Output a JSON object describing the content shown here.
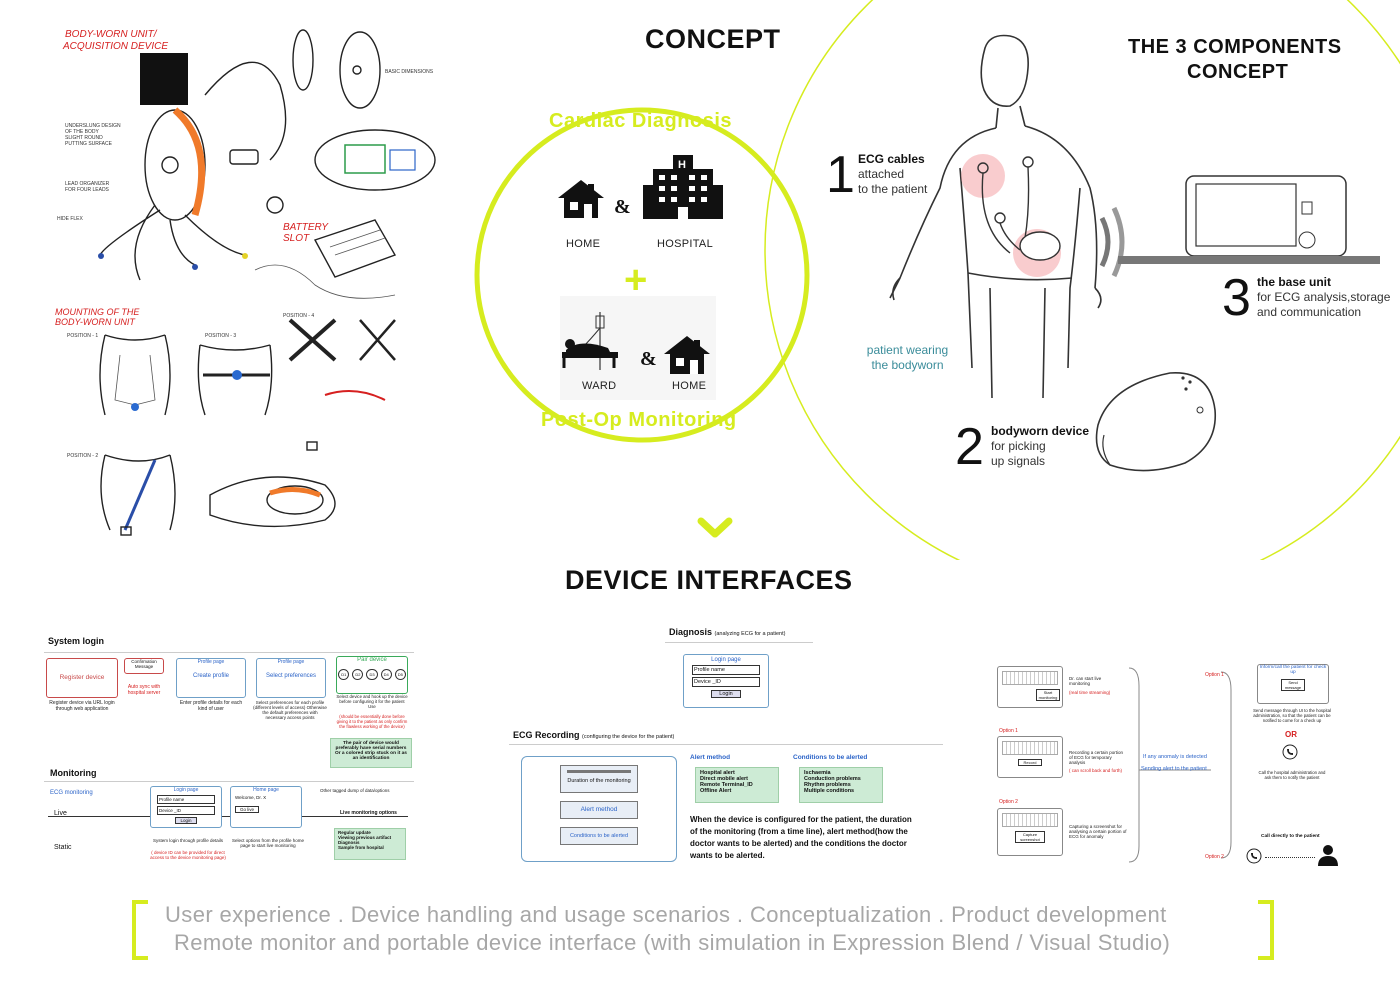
{
  "sketches": {
    "body_worn_title_1": "BODY-WORN UNIT/",
    "body_worn_title_2": "ACQUISITION DEVICE",
    "battery_label_1": "BATTERY",
    "battery_label_2": "SLOT",
    "mounting_title_1": "MOUNTING OF THE",
    "mounting_title_2": "BODY-WORN UNIT",
    "position_1": "POSITION - 1",
    "position_2": "POSITION - 2",
    "position_3": "POSITION - 3",
    "position_4": "POSITION - 4",
    "basic_dimensions": "BASIC DIMENSIONS"
  },
  "concept": {
    "title": "CONCEPT",
    "cardiac_diagnosis": "Cardiac Diagnosis",
    "home_label": "HOME",
    "hospital_label": "HOSPITAL",
    "ampersand": "&",
    "plus": "+",
    "ward_label": "WARD",
    "home_label_2": "HOME",
    "post_op": "Post-Op Monitoring"
  },
  "components": {
    "title_line1": "THE 3 COMPONENTS",
    "title_line2": "CONCEPT",
    "c1_num": "1",
    "c1_bold": "ECG cables",
    "c1_l2": "attached",
    "c1_l3": "to the patient",
    "c2_num": "2",
    "c2_bold": "bodyworn device",
    "c2_l2": "for picking",
    "c2_l3": "up signals",
    "c3_num": "3",
    "c3_bold": "the base unit",
    "c3_l2": "for ECG analysis,storage",
    "c3_l3": "and communication",
    "patient_l1": "patient wearing",
    "patient_l2": "the bodyworn"
  },
  "interfaces": {
    "title": "DEVICE INTERFACES",
    "system_login": "System login",
    "register_device": "Register device",
    "register_note": "Register device via URL login through web application",
    "confirmation": "Confirmation Message",
    "auto_sync": "Auto sync with hospital server",
    "profile_page": "Profile page",
    "create_profile": "Create profile",
    "create_note": "Enter profile details for each kind of user",
    "profile_page_2": "Profile page",
    "select_prefs": "Select preferences",
    "select_note": "Select preferences for each profile (different levels of access) Otherwise the default preferences with necessary access points",
    "pair_device": "Pair device",
    "pair_codes": [
      "D1",
      "D2",
      "D3",
      "D4",
      "D5"
    ],
    "pair_note": "Select device and hook up the device before configuring it for the patient Use",
    "pair_red": "(should be essentially done before giving it to the patient as only confirm the flawless working of the device)",
    "serial_note": "The pair of device would preferably have serial numbers Or a colored strip stuck on it as an identification",
    "monitoring": "Monitoring",
    "ecg_monitoring": "ECG monitoring",
    "live": "Live",
    "static": "Static",
    "login_page": "Login page",
    "profile_name": "Profile name",
    "device_id": "Device _ID",
    "login_btn": "Login",
    "login_note": "System login through profile details",
    "login_red": "( device ID can be provided for direct access to the device monitoring page)",
    "home_page": "Home page",
    "welcome": "Welcome, Dr. X",
    "go_live": "Go live",
    "home_note": "Select options from the profile home page to start live monitoring",
    "other_tagged": "Other tagged dump of data/options",
    "live_options": "Live monitoring options",
    "live_options_list": [
      "Regular update",
      "Viewing previous artifact",
      "Diagnosis",
      "Sample from hospital"
    ],
    "diagnosis_title": "Diagnosis",
    "diagnosis_sub": "(analyzing ECG for a patient)",
    "diag_login_page": "Login page",
    "diag_profile_name": "Profile name",
    "diag_device_id": "Device _ID",
    "diag_login_btn": "Login",
    "ecg_recording": "ECG Recording",
    "ecg_recording_sub": "(configuring the device for the patient)",
    "duration_btn": "Duration of the monitoring",
    "alert_method_btn": "Alert method",
    "conditions_btn": "Conditions  to  be alerted",
    "alert_method_head": "Alert method",
    "alert_items": [
      "Hospital alert",
      "Direct mobile alert",
      "Remote Terminal_ID",
      "Offline Alert"
    ],
    "conditions_head": "Conditions to be alerted",
    "condition_items": [
      "Ischaemia",
      "Conduction problems",
      "Rhythm problems",
      "Multiple conditions"
    ],
    "recording_desc": "When the device is configured for the patient, the duration of the monitoring (from a time line), alert method(how the doctor wants to be alerted) and the conditions  the doctor wants to be alerted.",
    "start_monitoring": "Start monitoring",
    "dr_live_note": "Dr. can start live monitoring",
    "dr_live_red": "(real time streaming)",
    "option1": "Option 1",
    "record_btn": "Record",
    "record_note": "Recording a certain portion of ECG for temporary analysis",
    "record_red": "( can scroll back and forth)",
    "option2": "Option 2",
    "capture_btn": "Capture screenshot",
    "capture_note": "Capturing a screenshot for analysing a certain portion of ECG for anomaly",
    "if_anomaly": "If any anomaly is detected",
    "sending_alert": "Sending alert to the patient",
    "option1_r": "Option 1",
    "inform_call": "Inform/call the patient for check up",
    "send_message": "Send message",
    "send_note": "Send message through UI to the hospital administration, so that the patient can be notified to come for a check up",
    "or": "OR",
    "call_note": "Call the hospital administration and ask them to notify the patient",
    "call_direct": "Call directly to the patient",
    "option2_r": "Option 2"
  },
  "footer": {
    "line1": "User experience  .  Device handling and usage scenarios  .  Conceptualization  .  Product development",
    "line2": "Remote monitor and portable device interface (with simulation in Expression Blend / Visual Studio)"
  },
  "colors": {
    "accent_yellow": "#d6ec1f",
    "sketch_orange": "#f07a2a",
    "teal_text": "#3a8c9a",
    "pink_pad": "#f4a3a6",
    "footer_gray": "#a7a7a7"
  }
}
